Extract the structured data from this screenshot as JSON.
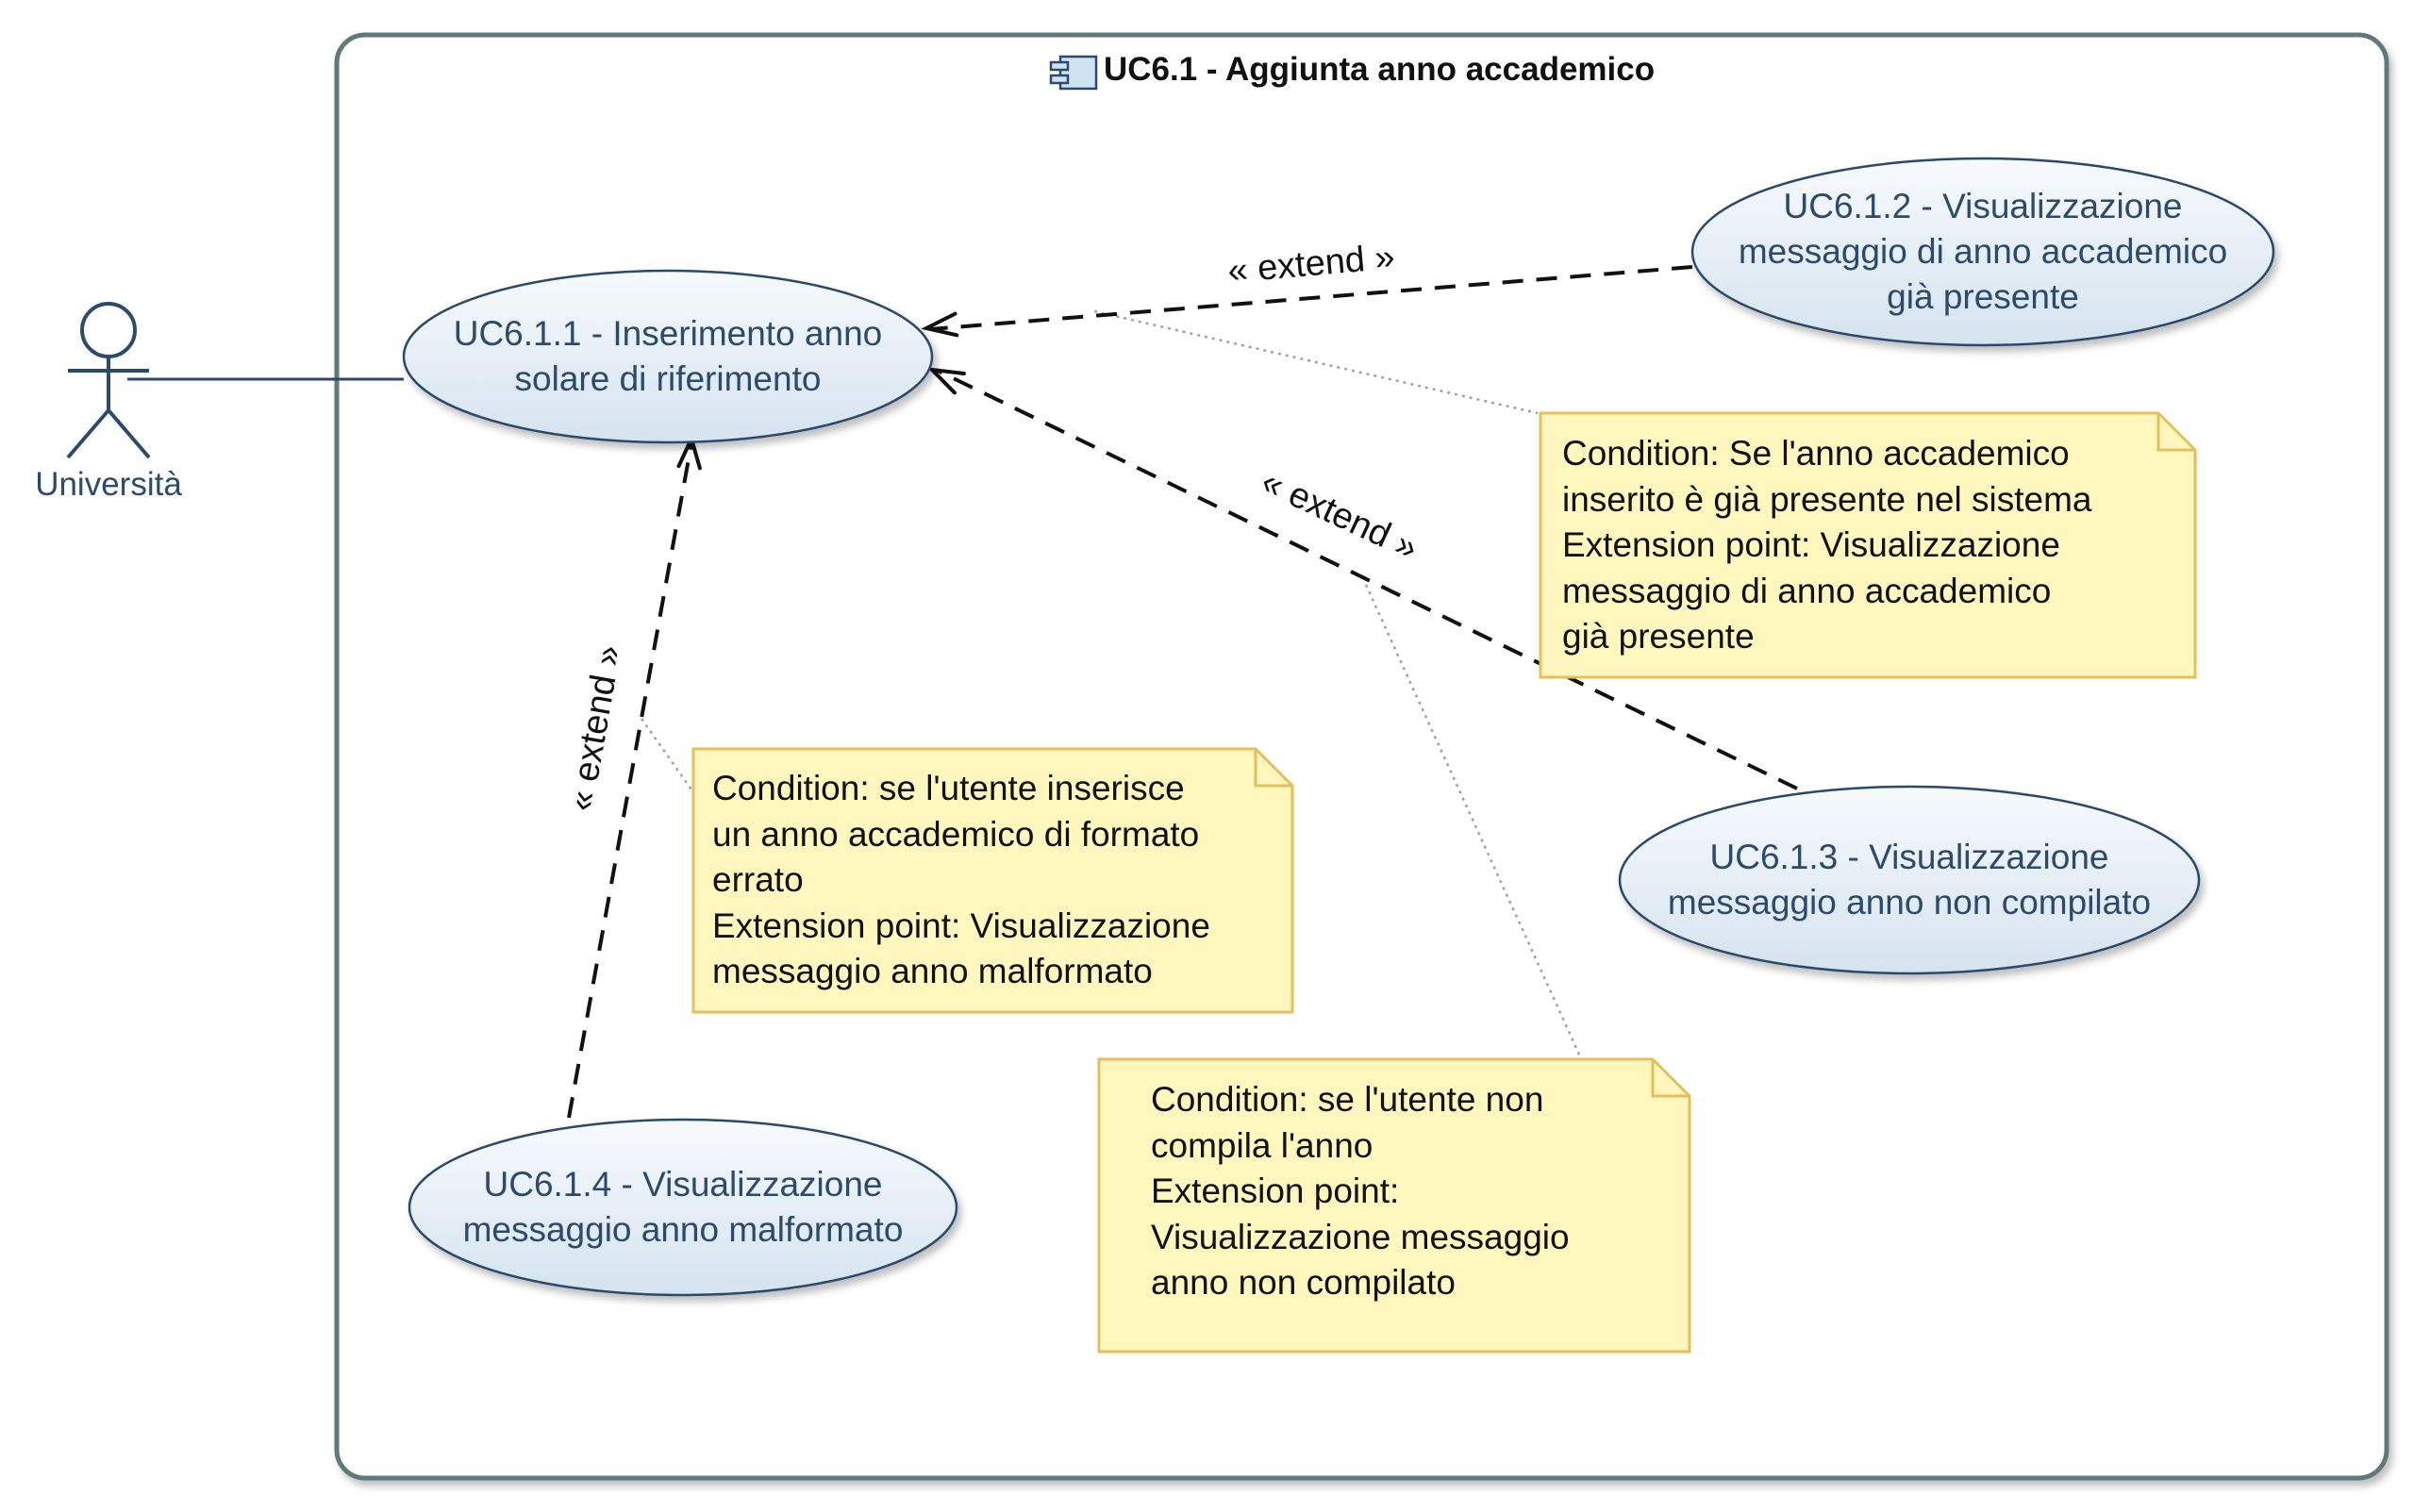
{
  "diagram": {
    "title": "UC6.1 - Aggiunta anno accademico",
    "title_icon": "component-icon",
    "actor": {
      "label": "Università"
    },
    "use_cases": {
      "uc611": "UC6.1.1 - Inserimento anno\nsolare di riferimento",
      "uc612": "UC6.1.2 - Visualizzazione\nmessaggio di anno accademico\ngià presente",
      "uc613": "UC6.1.3 - Visualizzazione\nmessaggio anno non compilato",
      "uc614": "UC6.1.4 - Visualizzazione\nmessaggio anno malformato"
    },
    "relations": {
      "extend_label": "« extend »"
    },
    "notes": {
      "note_uc612": "Condition: Se l'anno accademico\ninserito è già presente nel sistema\nExtension point: Visualizzazione\nmessaggio di anno accademico\ngià presente",
      "note_uc614": "Condition: se l'utente inserisce\nun anno accademico di formato\nerrato\nExtension point: Visualizzazione\nmessaggio anno malformato",
      "note_uc613": "Condition: se l'utente non\ncompila l'anno\nExtension point:\nVisualizzazione messaggio\nanno non compilato"
    },
    "colors": {
      "frame_border": "#5f7a7a",
      "usecase_fill_top": "#f7fafd",
      "usecase_fill_bottom": "#d5e3ef",
      "usecase_border": "#2c4a6e",
      "usecase_text": "#2c4a6e",
      "note_fill": "#fff7bd",
      "note_border": "#e7bf5a",
      "actor": "#2c4a6e"
    }
  }
}
